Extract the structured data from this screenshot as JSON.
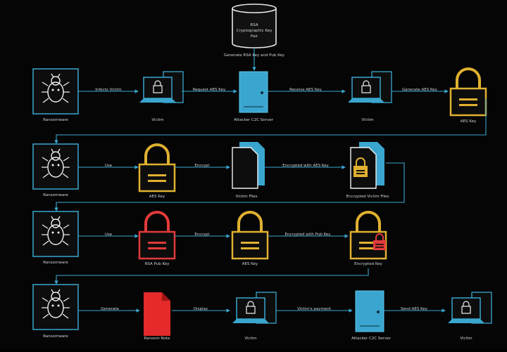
{
  "diagram": {
    "title_db": [
      "RSA",
      "Cryptographic Key",
      "Pair"
    ],
    "row1": {
      "nodes": [
        "Ransomware",
        "Victim",
        "Attacker C2C Server",
        "Victim",
        "AES Key"
      ],
      "edges": [
        "Infects Victim",
        "Request AES Key",
        "Receive AES Key",
        "Generate AES Key"
      ],
      "db_edge": "Generate RSA Key and Pub Key"
    },
    "row2": {
      "nodes": [
        "Ransomware",
        "AES Key",
        "Victim Files",
        "Encrypted Victim Files"
      ],
      "edges": [
        "Use",
        "Encrypt",
        "Encrypted with AES Key"
      ]
    },
    "row3": {
      "nodes": [
        "Ransomware",
        "RSA Pub Key",
        "AES Key",
        "Encrypted Key"
      ],
      "edges": [
        "Use",
        "Encrypt",
        "Encrypted with Pub Key"
      ]
    },
    "row4": {
      "nodes": [
        "Ransomware",
        "Ransom Note",
        "Victim",
        "Attacker C2C Server",
        "Victim"
      ],
      "edges": [
        "Generate",
        "Display",
        "Victim's payment",
        "Send AES Key"
      ]
    },
    "colors": {
      "blue": "#3aa6cf",
      "bug": "#3aa6cf",
      "gold": "#e0b030",
      "red": "#e23a3a"
    }
  }
}
